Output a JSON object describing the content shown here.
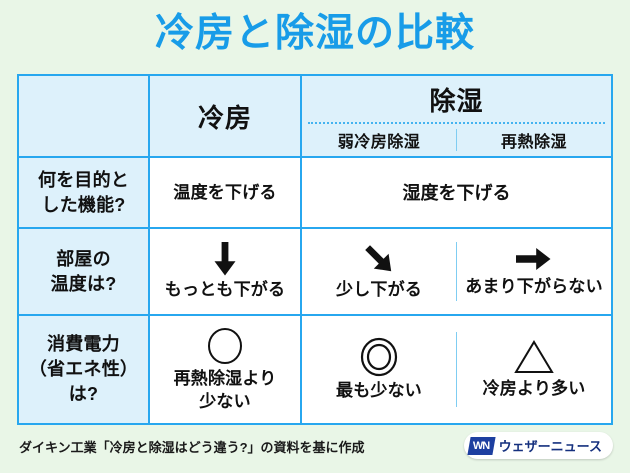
{
  "title": "冷房と除湿の比較",
  "colors": {
    "background": "#e9f6e7",
    "title_blue": "#189ce8",
    "border_blue": "#27a7ef",
    "header_fill": "#ddf1fb",
    "logo_navy": "#1d3fa0"
  },
  "table": {
    "header": {
      "corner_label": "",
      "cooling": "冷房",
      "dehumidify": "除湿",
      "dehumidify_sub": [
        "弱冷房除湿",
        "再熱除湿"
      ]
    },
    "rows": [
      {
        "label": "何を目的とした機能?",
        "label_lines": [
          "何を目的と",
          "した機能?"
        ],
        "cooling": {
          "symbol": "",
          "text": "温度を下げる"
        },
        "dehumidify_merged": true,
        "dehumidify": {
          "symbol": "",
          "text": "湿度を下げる"
        }
      },
      {
        "label": "部屋の温度は?",
        "label_lines": [
          "部屋の",
          "温度は?"
        ],
        "cooling": {
          "symbol": "arrow-down-icon",
          "text": "もっとも下がる"
        },
        "dehumidify_merged": false,
        "weak_cooling": {
          "symbol": "arrow-down-right-icon",
          "text": "少し下がる"
        },
        "reheat": {
          "symbol": "arrow-right-icon",
          "text": "あまり下がらない"
        }
      },
      {
        "label": "消費電力（省エネ性）は?",
        "label_lines": [
          "消費電力",
          "（省エネ性）",
          "は?"
        ],
        "cooling": {
          "symbol": "circle-icon",
          "text_lines": [
            "再熱除湿より",
            "少ない"
          ]
        },
        "dehumidify_merged": false,
        "weak_cooling": {
          "symbol": "double-circle-icon",
          "text": "最も少ない"
        },
        "reheat": {
          "symbol": "triangle-icon",
          "text": "冷房より多い"
        }
      }
    ]
  },
  "footer": {
    "source_note": "ダイキン工業「冷房と除湿はどう違う?」の資料を基に作成",
    "logo": {
      "mark": "WN",
      "text": "ウェザーニュース"
    }
  }
}
